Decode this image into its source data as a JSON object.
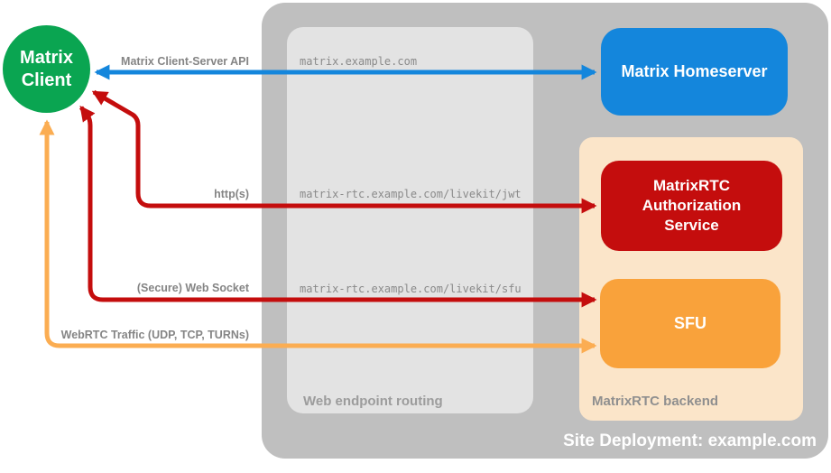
{
  "client": {
    "label": "Matrix\nClient",
    "color": "#0aa551"
  },
  "homeserver": {
    "label": "Matrix Homeserver",
    "color": "#1486dc"
  },
  "auth_service": {
    "label": "MatrixRTC\nAuthorization\nService",
    "color": "#c40d0d"
  },
  "sfu": {
    "label": "SFU",
    "color": "#f9a23b"
  },
  "containers": {
    "site": {
      "label": "Site Deployment: example.com",
      "color": "#bfbfbf"
    },
    "routing": {
      "label": "Web endpoint routing",
      "color": "#e3e3e3"
    },
    "backend": {
      "label": "MatrixRTC backend",
      "color": "#fbe5c9"
    }
  },
  "endpoints": {
    "homeserver_url": "matrix.example.com",
    "jwt_url": "matrix-rtc.example.com/livekit/jwt",
    "sfu_url": "matrix-rtc.example.com/livekit/sfu"
  },
  "arrows": {
    "client_server": {
      "label": "Matrix Client-Server API",
      "color": "#1486dc"
    },
    "http": {
      "label": "http(s)",
      "color": "#c40d0d"
    },
    "websocket": {
      "label": "(Secure) Web Socket",
      "color": "#c40d0d"
    },
    "webrtc": {
      "label": "WebRTC Traffic (UDP, TCP, TURNs)",
      "color": "#fbad52"
    }
  }
}
